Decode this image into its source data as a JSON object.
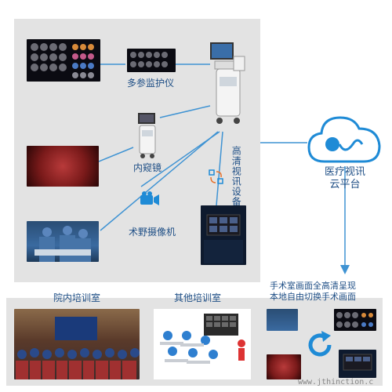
{
  "labels": {
    "monitor": "多参监护仪",
    "endoscope": "内窥镜",
    "camera": "术野摄像机",
    "hd_device": "高清视讯设备",
    "cloud": "医疗视讯\n云平台",
    "room_internal": "院内培训室",
    "room_other": "其他培训室",
    "caption": "手术室画面全高清呈现\n本地自由切换手术画面"
  },
  "watermark": "www.jthinction.c",
  "colors": {
    "accent_blue": "#1f8bd6",
    "line_blue": "#3f93d3",
    "text_blue": "#1f4f86",
    "panel_gray": "#e3e3e3"
  },
  "icons": [
    "cloud-icon",
    "camera-icon",
    "sync-icon",
    "refresh-icon",
    "arrow-down-icon"
  ]
}
